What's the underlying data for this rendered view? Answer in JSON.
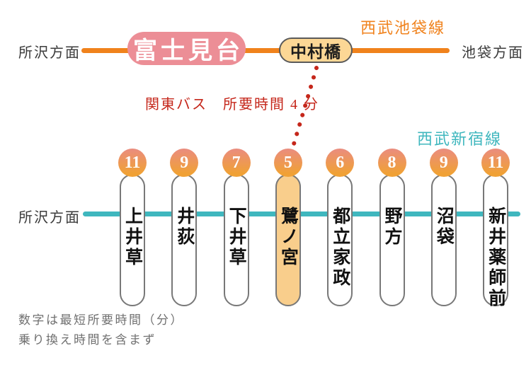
{
  "top_line": {
    "name": "西武池袋線",
    "color": "#F0821C",
    "direction_left": "所沢方面",
    "direction_right": "池袋方面",
    "station_fujimidai": "富士見台",
    "station_nakamurabashi": "中村橋"
  },
  "transfer": {
    "label": "関東バス　所要時間 4 分",
    "color": "#C5271B"
  },
  "bottom_line": {
    "name": "西武新宿線",
    "color": "#3FB7BE",
    "direction_left": "所沢方面",
    "stations": [
      {
        "minutes": "11",
        "name": "上井草",
        "highlighted": false
      },
      {
        "minutes": "9",
        "name": "井荻",
        "highlighted": false
      },
      {
        "minutes": "7",
        "name": "下井草",
        "highlighted": false
      },
      {
        "minutes": "5",
        "name": "鷺ノ宮",
        "highlighted": true
      },
      {
        "minutes": "6",
        "name": "都立家政",
        "highlighted": false
      },
      {
        "minutes": "8",
        "name": "野方",
        "highlighted": false
      },
      {
        "minutes": "9",
        "name": "沼袋",
        "highlighted": false
      },
      {
        "minutes": "11",
        "name": "新井薬師前",
        "highlighted": false
      }
    ]
  },
  "notes": {
    "line1": "数字は最短所要時間（分）",
    "line2": "乗り換え時間を含まず"
  }
}
